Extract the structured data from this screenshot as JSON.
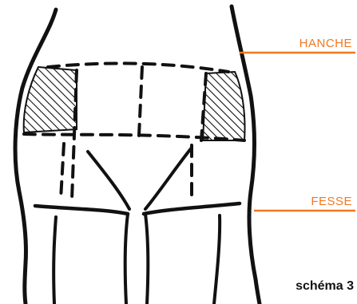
{
  "labels": {
    "hanche": "HANCHE",
    "fesse": "FESSE"
  },
  "caption": "schéma 3",
  "colors": {
    "label": "#f07820",
    "ink": "#111111",
    "background": "#ffffff"
  }
}
